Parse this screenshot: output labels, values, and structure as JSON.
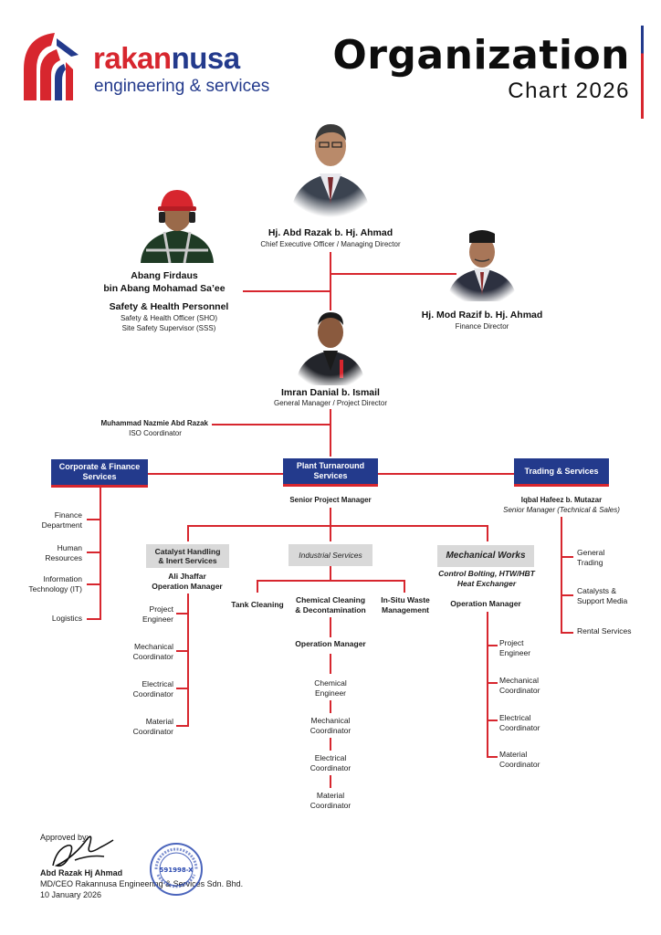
{
  "header": {
    "logo_word1": "rakan",
    "logo_word2": "nusa",
    "logo_tagline": "engineering & services",
    "title_line1": "Organization",
    "title_line2": "Chart 2026"
  },
  "colors": {
    "red": "#d7262e",
    "navy": "#233a8c",
    "grey": "#d9d9d9"
  },
  "ceo": {
    "name": "Hj. Abd Razak b. Hj. Ahmad",
    "role": "Chief Executive Officer / Managing Director"
  },
  "safety": {
    "name_line1": "Abang Firdaus",
    "name_line2": "bin Abang Mohamad Sa’ee",
    "title": "Safety & Health Personnel",
    "role_line1": "Safety & Health Officer (SHO)",
    "role_line2": "Site Safety Supervisor (SSS)"
  },
  "finance": {
    "name": "Hj. Mod Razif b. Hj. Ahmad",
    "role": "Finance Director"
  },
  "gm": {
    "name": "Imran Danial b. Ismail",
    "role": "General Manager / Project Director"
  },
  "iso": {
    "name": "Muhammad Nazmie Abd Razak",
    "role": "ISO Coordinator"
  },
  "corporate": {
    "title_line1": "Corporate & Finance",
    "title_line2": "Services",
    "items": [
      {
        "line1": "Finance",
        "line2": "Department"
      },
      {
        "line1": "Human",
        "line2": "Resources"
      },
      {
        "line1": "Information",
        "line2": "Technology (IT)"
      },
      {
        "line1": "Logistics",
        "line2": ""
      }
    ]
  },
  "plant": {
    "title_line1": "Plant Turnaround",
    "title_line2": "Services",
    "manager": "Senior Project Manager"
  },
  "trading": {
    "title": "Trading & Services",
    "person": "Iqbal Hafeez b. Mutazar",
    "role": "Senior Manager (Technical & Sales)",
    "items": [
      {
        "line1": "General",
        "line2": "Trading"
      },
      {
        "line1": "Catalysts &",
        "line2": "Support Media"
      },
      {
        "line1": "Rental Services",
        "line2": ""
      }
    ]
  },
  "catalyst": {
    "title_line1": "Catalyst Handling",
    "title_line2": "& Inert Services",
    "person": "Ali Jhaffar",
    "role": "Operation Manager",
    "items": [
      {
        "line1": "Project",
        "line2": "Engineer"
      },
      {
        "line1": "Mechanical",
        "line2": "Coordinator"
      },
      {
        "line1": "Electrical",
        "line2": "Coordinator"
      },
      {
        "line1": "Material",
        "line2": "Coordinator"
      }
    ]
  },
  "industrial": {
    "title": "Industrial Services",
    "subs": [
      {
        "line1": "Tank Cleaning",
        "line2": ""
      },
      {
        "line1": "Chemical Cleaning",
        "line2": "& Decontamination"
      },
      {
        "line1": "In-Situ Waste",
        "line2": "Management"
      }
    ],
    "manager": "Operation Manager",
    "items": [
      {
        "line1": "Chemical",
        "line2": "Engineer"
      },
      {
        "line1": "Mechanical",
        "line2": "Coordinator"
      },
      {
        "line1": "Electrical",
        "line2": "Coordinator"
      },
      {
        "line1": "Material",
        "line2": "Coordinator"
      }
    ]
  },
  "mechanical": {
    "title": "Mechanical Works",
    "desc_line1": "Control Bolting, HTW/HBT",
    "desc_line2": "Heat Exchanger",
    "manager": "Operation Manager",
    "items": [
      {
        "line1": "Project",
        "line2": "Engineer"
      },
      {
        "line1": "Mechanical",
        "line2": "Coordinator"
      },
      {
        "line1": "Electrical",
        "line2": "Coordinator"
      },
      {
        "line1": "Material",
        "line2": "Coordinator"
      }
    ]
  },
  "approval": {
    "label": "Approved by:",
    "name": "Abd Razak Hj Ahmad",
    "position": "MD/CEO Rakannusa Engineering & Services Sdn. Bhd.",
    "date": "10 January 2026",
    "stamp_text": "RAKANNUSA ENGINEERING & SERVICES SDN. BHD.",
    "stamp_number": "591998-X"
  }
}
